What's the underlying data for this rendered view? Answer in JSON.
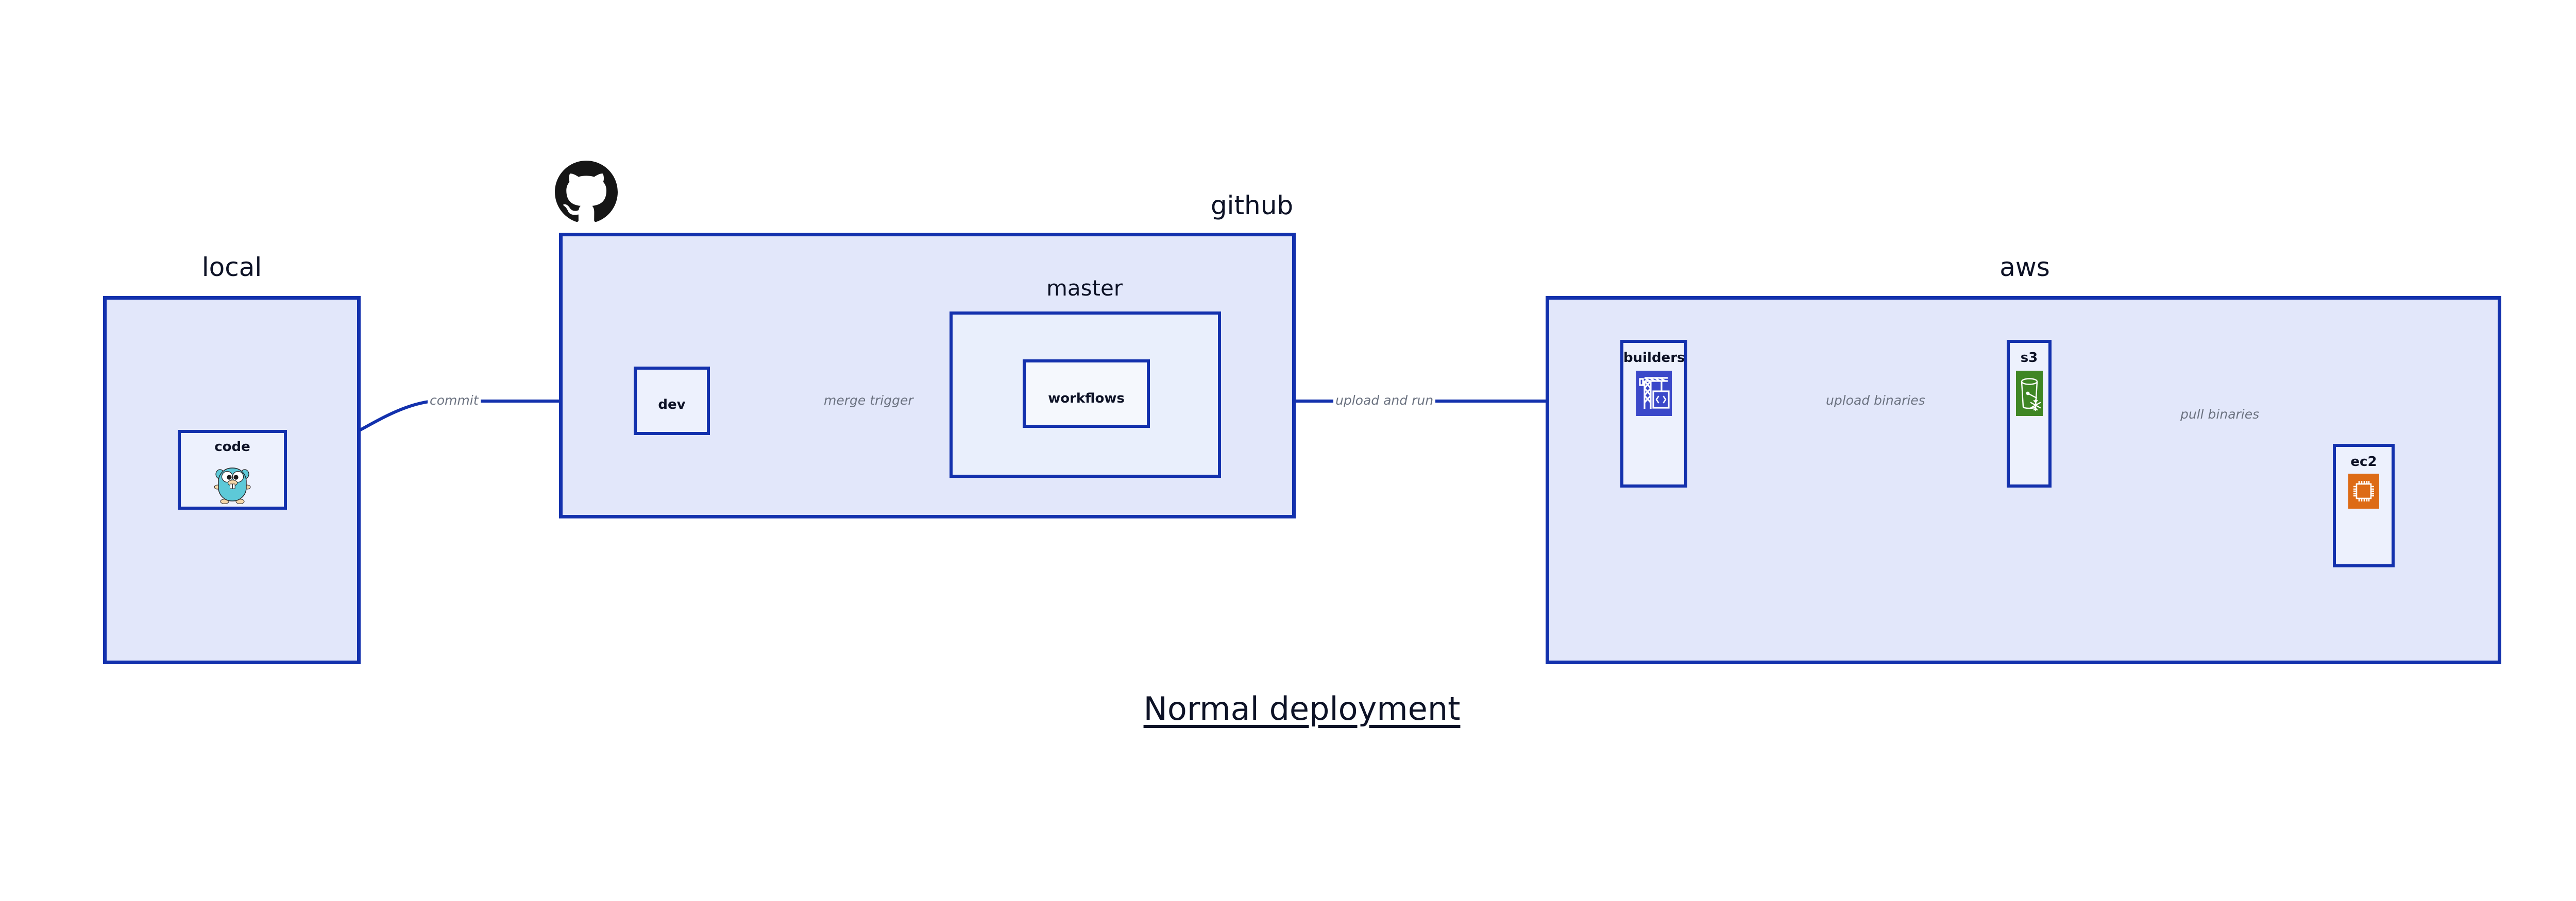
{
  "diagram": {
    "title": "Normal deployment",
    "accent_border": "#1331ad",
    "zone_fill": "#e2e7fa",
    "subzone_fill": "#e9effc",
    "node_fill": "#edf1fd",
    "label_color": "#6b7280",
    "text_color": "#0d1226"
  },
  "zones": {
    "local": {
      "label": "local",
      "nodes": {
        "code": {
          "label": "code",
          "icon": "go-gopher-icon"
        }
      }
    },
    "github": {
      "label": "github",
      "logo": "github-octocat-icon",
      "nodes": {
        "dev": {
          "label": "dev"
        }
      },
      "subzones": {
        "master": {
          "label": "master",
          "nodes": {
            "workflows": {
              "label": "workflows"
            }
          }
        }
      }
    },
    "aws": {
      "label": "aws",
      "nodes": {
        "builders": {
          "label": "builders",
          "icon": "aws-codebuild-crane-icon",
          "icon_color": "#3b48c9"
        },
        "s3": {
          "label": "s3",
          "icon": "aws-s3-bucket-icon",
          "icon_color": "#3f8624"
        },
        "ec2": {
          "label": "ec2",
          "icon": "aws-ec2-chip-icon",
          "icon_color": "#dd6b16"
        }
      }
    }
  },
  "edges": [
    {
      "id": "commit",
      "label": "commit",
      "from": "code",
      "to": "dev"
    },
    {
      "id": "merge-trigger",
      "label": "merge trigger",
      "from": "dev",
      "to": "workflows"
    },
    {
      "id": "upload-and-run",
      "label": "upload and run",
      "from": "workflows",
      "to": "builders"
    },
    {
      "id": "upload-binaries",
      "label": "upload binaries",
      "from": "builders",
      "to": "s3"
    },
    {
      "id": "pull-binaries",
      "label": "pull binaries",
      "from": "s3",
      "to": "ec2"
    }
  ]
}
